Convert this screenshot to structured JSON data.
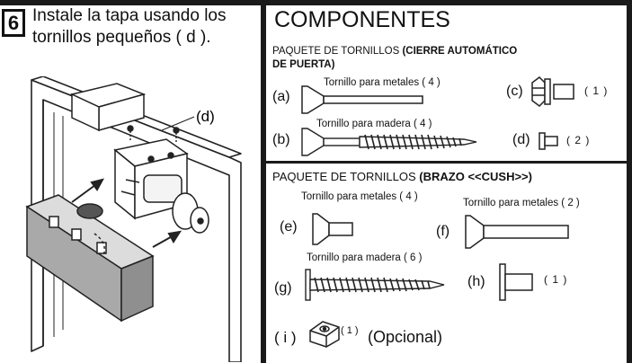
{
  "step": {
    "number": "6",
    "instruction_line1": "Instale la tapa usando los",
    "instruction_line2": "tornillos pequeños ( d )."
  },
  "illustration": {
    "callout": "(d)"
  },
  "components": {
    "heading": "COMPONENTES",
    "closer_pack": {
      "title_prefix": "PAQUETE DE TORNILLOS ",
      "title_bold_line1": "(CIERRE AUTOMÁTICO",
      "title_bold_line2": "DE PUERTA)",
      "items": [
        {
          "letter": "(a)",
          "desc": "Tornillo para metales ( 4 )"
        },
        {
          "letter": "(b)",
          "desc": "Tornillo para madera ( 4 )"
        },
        {
          "letter": "(c)",
          "qty": "( 1 )"
        },
        {
          "letter": "(d)",
          "qty": "( 2 )"
        }
      ]
    },
    "cush_pack": {
      "title_prefix": "PAQUETE DE TORNILLOS ",
      "title_bold": "(BRAZO <<CUSH>>)",
      "items": [
        {
          "letter": "(e)",
          "desc": "Tornillo para metales ( 4 )"
        },
        {
          "letter": "(f)",
          "desc": "Tornillo para metales ( 2 )"
        },
        {
          "letter": "(g)",
          "desc": "Tornillo para madera ( 6 )"
        },
        {
          "letter": "(h)",
          "qty": "( 1 )"
        },
        {
          "letter": "( i )",
          "qty": "( 1 )",
          "note": "(Opcional)"
        }
      ]
    }
  }
}
